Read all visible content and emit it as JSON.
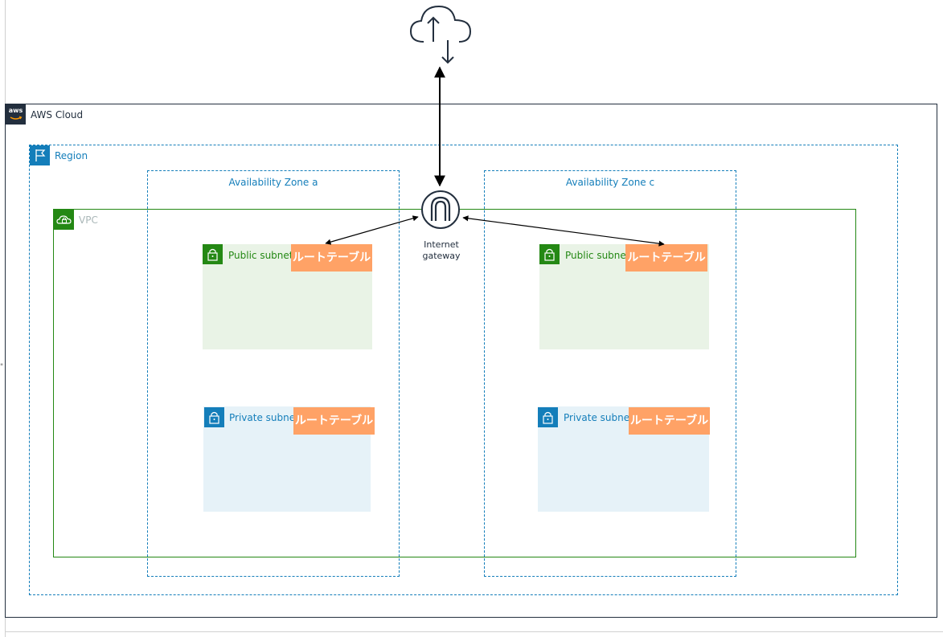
{
  "diagram": {
    "aws_cloud": {
      "label": "AWS Cloud",
      "logo_text": "aws",
      "icon": "aws-logo-icon",
      "border_color": "#232f3e"
    },
    "region": {
      "label": "Region",
      "icon": "flag-icon",
      "color": "#147eba"
    },
    "availability_zones": [
      {
        "label": "Availability Zone a"
      },
      {
        "label": "Availability Zone c"
      }
    ],
    "vpc": {
      "label": "VPC",
      "icon": "vpc-cloud-lock-icon",
      "color": "#248814"
    },
    "internet": {
      "icon": "cloud-upload-download-icon"
    },
    "internet_gateway": {
      "label": "Internet gateway",
      "icon": "internet-gateway-icon"
    },
    "subnets": {
      "public_a": {
        "label": "Public subnet",
        "route_table": "ルートテーブル",
        "icon": "padlock-icon"
      },
      "private_a": {
        "label": "Private subnet",
        "route_table": "ルートテーブル",
        "icon": "padlock-icon"
      },
      "public_c": {
        "label": "Public subnet",
        "route_table": "ルートテーブル",
        "icon": "padlock-icon"
      },
      "private_c": {
        "label": "Private subnet",
        "route_table": "ルートテーブル",
        "icon": "padlock-icon"
      }
    },
    "edge_mark": "\"",
    "colors": {
      "route_table": "#ffa266",
      "public_subnet_fill": "#e9f3e6",
      "private_subnet_fill": "#e6f2f8",
      "arrow": "#000000"
    }
  }
}
